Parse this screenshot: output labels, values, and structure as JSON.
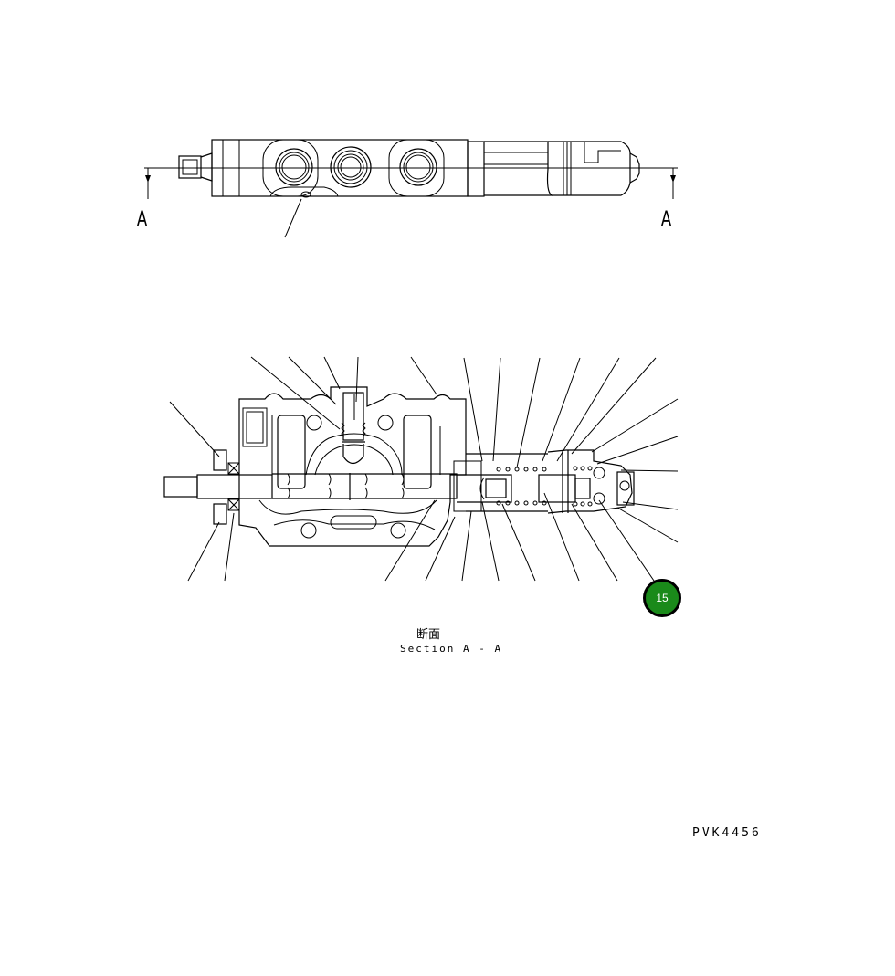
{
  "top_view": {
    "section_marker_left": "A",
    "section_marker_right": "A"
  },
  "section_view": {
    "title_jp": "断面",
    "title_en": "Section A - A"
  },
  "callouts": [
    {
      "number": "15",
      "color": "#1a8a1a"
    }
  ],
  "drawing_id": "PVK4456"
}
